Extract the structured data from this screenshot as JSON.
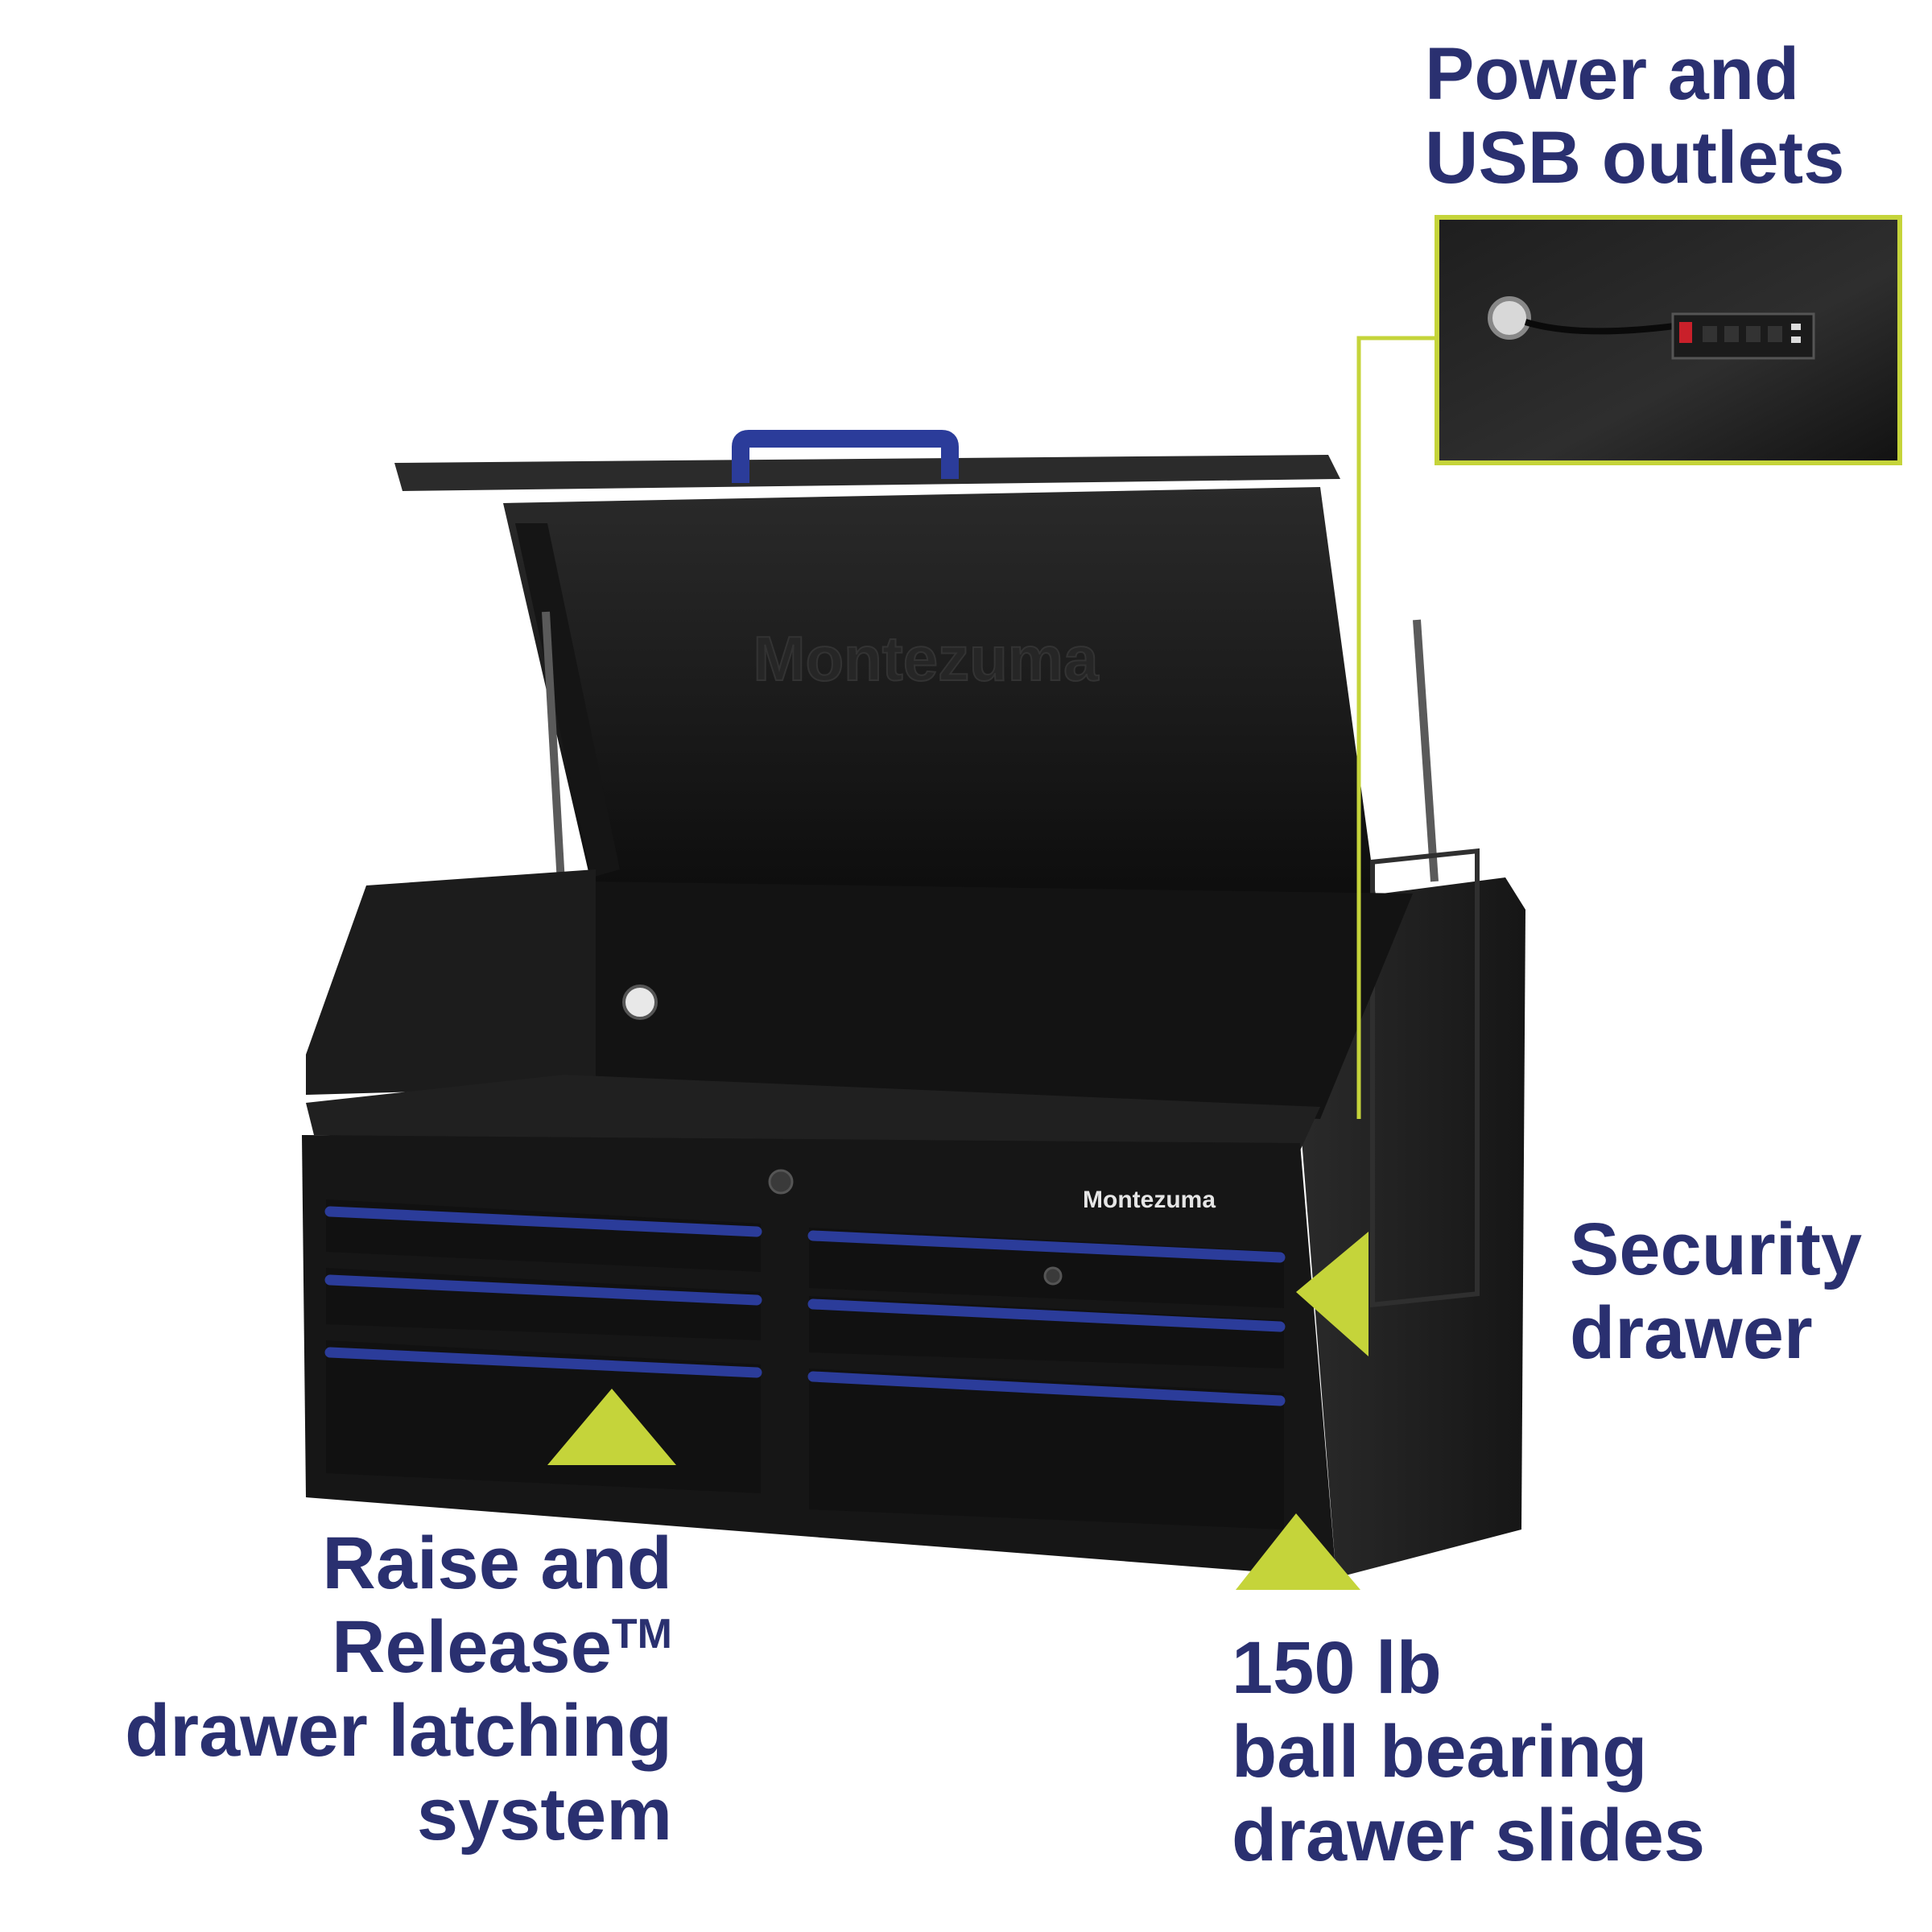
{
  "callouts": {
    "power_usb": {
      "lines": [
        "Power and",
        "USB outlets"
      ]
    },
    "security_drawer": {
      "lines": [
        "Security",
        "drawer"
      ]
    },
    "raise_release": {
      "lines": [
        "Raise and",
        "Release",
        "drawer latching",
        "system"
      ],
      "trademark": "TM"
    },
    "ball_bearing": {
      "lines": [
        "150 lb",
        "ball bearing",
        "drawer slides"
      ]
    }
  },
  "brand": {
    "lid_emboss": "Montezuma",
    "front_badge": "Montezuma"
  },
  "colors": {
    "label_text": "#2a3070",
    "accent_lime": "#c5d43a",
    "chest_black": "#1b1b1b",
    "handle_blue": "#2b3c9a"
  }
}
